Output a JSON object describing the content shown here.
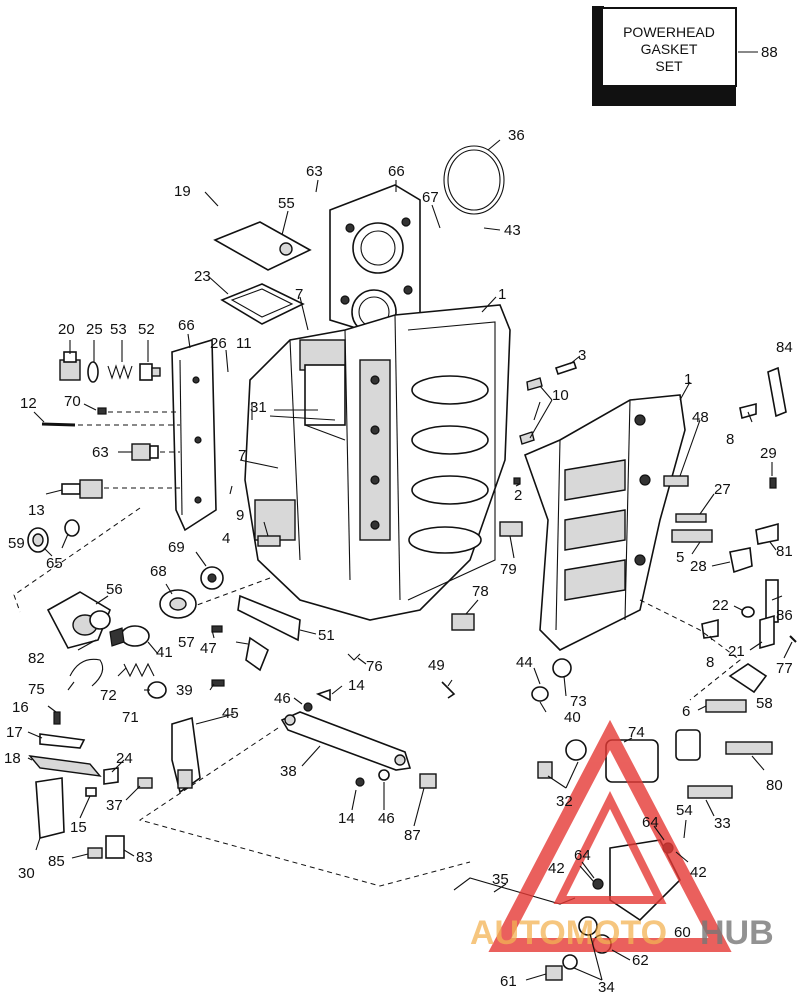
{
  "kit_box": {
    "lines": [
      "POWERHEAD",
      "GASKET",
      "SET"
    ],
    "ref": "88"
  },
  "callouts": {
    "c1a": "1",
    "c1b": "1",
    "c2": "2",
    "c3": "3",
    "c4": "4",
    "c5": "5",
    "c6": "6",
    "c7a": "7",
    "c7b": "7",
    "c8a": "8",
    "c8b": "8",
    "c9": "9",
    "c10": "10",
    "c11": "11",
    "c12": "12",
    "c13": "13",
    "c14a": "14",
    "c14b": "14",
    "c15": "15",
    "c16": "16",
    "c17": "17",
    "c18": "18",
    "c19": "19",
    "c20": "20",
    "c21": "21",
    "c22": "22",
    "c23": "23",
    "c24": "24",
    "c25": "25",
    "c26": "26",
    "c27": "27",
    "c28": "28",
    "c29": "29",
    "c30": "30",
    "c31": "31",
    "c32": "32",
    "c33": "33",
    "c34": "34",
    "c35": "35",
    "c36": "36",
    "c37": "37",
    "c38": "38",
    "c39": "39",
    "c40": "40",
    "c41": "41",
    "c42a": "42",
    "c42b": "42",
    "c43": "43",
    "c44": "44",
    "c45": "45",
    "c46a": "46",
    "c46b": "46",
    "c47": "47",
    "c48": "48",
    "c49": "49",
    "c51": "51",
    "c52": "52",
    "c53": "53",
    "c54": "54",
    "c55": "55",
    "c56": "56",
    "c57": "57",
    "c58": "58",
    "c59": "59",
    "c60": "60",
    "c61": "61",
    "c62": "62",
    "c63a": "63",
    "c63b": "63",
    "c64a": "64",
    "c64b": "64",
    "c65": "65",
    "c66a": "66",
    "c66b": "66",
    "c67": "67",
    "c68": "68",
    "c69": "69",
    "c70": "70",
    "c71": "71",
    "c72": "72",
    "c73": "73",
    "c74": "74",
    "c75": "75",
    "c76": "76",
    "c77": "77",
    "c78": "78",
    "c79": "79",
    "c80": "80",
    "c81": "81",
    "c82": "82",
    "c83": "83",
    "c84": "84",
    "c85": "85",
    "c86": "86",
    "c87": "87"
  },
  "watermark": {
    "word_a": "AUTOMOTO",
    "word_b": "HUB",
    "color_primary": "#e53935",
    "color_secondary": "#f0a12a"
  }
}
